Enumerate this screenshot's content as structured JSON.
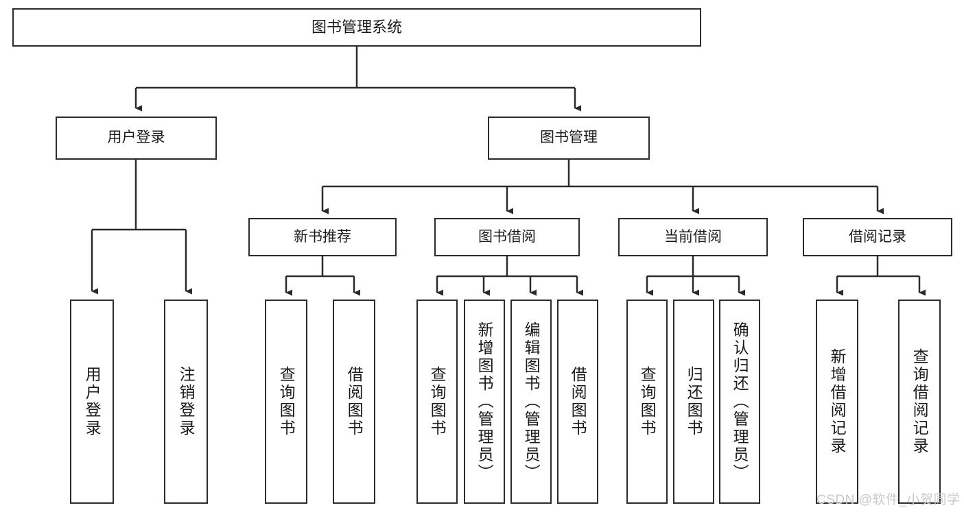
{
  "diagram": {
    "title": "图书管理系统",
    "type": "tree",
    "colors": {
      "box_border": "#2b2b2b",
      "box_fill": "#ffffff",
      "edge": "#2b2b2b",
      "text": "#1a1a1a",
      "watermark": "#c9c9c9"
    },
    "nodes": {
      "root": {
        "label": "图书管理系统"
      },
      "level2": [
        {
          "label": "用户登录"
        },
        {
          "label": "图书管理"
        }
      ],
      "level3": [
        {
          "label": "新书推荐"
        },
        {
          "label": "图书借阅"
        },
        {
          "label": "当前借阅"
        },
        {
          "label": "借阅记录"
        }
      ],
      "leaves": {
        "user_login": [
          {
            "label": "用户登录"
          },
          {
            "label": "注销登录"
          }
        ],
        "new_book": [
          {
            "label": "查询图书"
          },
          {
            "label": "借阅图书"
          }
        ],
        "book_borrow": [
          {
            "label": "查询图书"
          },
          {
            "label": "新增图书（管理员）"
          },
          {
            "label": "编辑图书（管理员）"
          },
          {
            "label": "借阅图书"
          }
        ],
        "current_borrow": [
          {
            "label": "查询图书"
          },
          {
            "label": "归还图书"
          },
          {
            "label": "确认归还（管理员）"
          }
        ],
        "borrow_record": [
          {
            "label": "新增借阅记录"
          },
          {
            "label": "查询借阅记录"
          }
        ]
      }
    },
    "watermark": "CSDN @软件_小贺同学"
  }
}
